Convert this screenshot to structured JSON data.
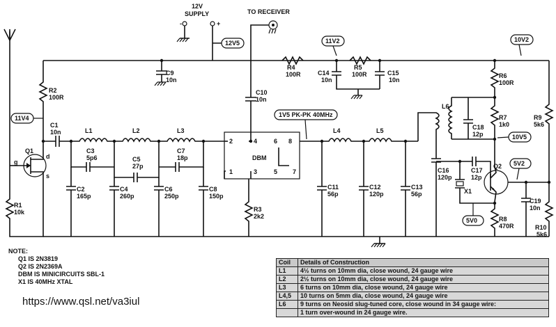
{
  "top_labels": {
    "supply_line1": "12V",
    "supply_line2": "SUPPLY",
    "supply_minus": "-",
    "supply_plus": "+",
    "to_receiver": "TO RECEIVER"
  },
  "voltage_tags": {
    "v12v5": "12V5",
    "v11v2": "11V2",
    "v10v2": "10V2",
    "v11v4": "11V4",
    "v10v5": "10V5",
    "v5v2": "5V2",
    "v5v0": "5V0",
    "pkpk": "1V5 PK-PK 40MHz"
  },
  "components": {
    "r2": [
      "R2",
      "100R"
    ],
    "c9": [
      "C9",
      "10n"
    ],
    "r4": [
      "R4",
      "100R"
    ],
    "c14": [
      "C14",
      "10n"
    ],
    "r5": [
      "R5",
      "100R"
    ],
    "c15": [
      "C15",
      "10n"
    ],
    "r6": [
      "R6",
      "100R"
    ],
    "c10": [
      "C10",
      "10n"
    ],
    "c1": [
      "C1",
      "10n"
    ],
    "l1": "L1",
    "l2": "L2",
    "l3": "L3",
    "l4": "L4",
    "l5": "L5",
    "l6": "L6",
    "c3": [
      "C3",
      "5p6"
    ],
    "c5": [
      "C5",
      "27p"
    ],
    "c7": [
      "C7",
      "18p"
    ],
    "c2": [
      "C2",
      "165p"
    ],
    "c4": [
      "C4",
      "260p"
    ],
    "c6": [
      "C6",
      "250p"
    ],
    "c8": [
      "C8",
      "150p"
    ],
    "q1": "Q1",
    "q1_gate": "g",
    "q1_drain": "d",
    "q1_source": "s",
    "r1": [
      "R1",
      "10k"
    ],
    "r3": [
      "R3",
      "2k2"
    ],
    "c11": [
      "C11",
      "56p"
    ],
    "c12": [
      "C12",
      "120p"
    ],
    "c13": [
      "C13",
      "56p"
    ],
    "r7": [
      "R7",
      "1k0"
    ],
    "c18": [
      "C18",
      "12p"
    ],
    "r9": [
      "R9",
      "5k6"
    ],
    "c16": [
      "C16",
      "120p"
    ],
    "c17": [
      "C17",
      "12p"
    ],
    "x1": "X1",
    "q2": "Q2",
    "r8": [
      "R8",
      "470R"
    ],
    "c19": [
      "C19",
      "10n"
    ],
    "r10": [
      "R10",
      "5k6"
    ]
  },
  "dbm": {
    "title": "DBM",
    "pins": [
      "2",
      "4",
      "6",
      "8",
      "1",
      "3",
      "5",
      "7"
    ]
  },
  "notes": {
    "heading": "NOTE:",
    "lines": [
      "Q1 IS 2N3819",
      "Q2 IS 2N2369A",
      "DBM IS MINICIRCUITS SBL-1",
      "X1 IS 40MHz XTAL"
    ]
  },
  "url": "https://www.qsl.net/va3iul",
  "coil_table": {
    "headers": [
      "Coil",
      "Details of Construction"
    ],
    "rows": [
      [
        "L1",
        "4½ turns on 10mm dia, close wound, 24 gauge wire"
      ],
      [
        "L2",
        "2½ turns on 10mm dia, close wound, 24 gauge wire"
      ],
      [
        "L3",
        "6 turns on 10mm dia, close wound, 24 gauge wire"
      ],
      [
        "L4,5",
        "10 turns on 5mm dia, close wound, 24 gauge wire"
      ],
      [
        "L6",
        "9 turns on Neosid slug-tuned core, close wound in 34 gauge wire:"
      ],
      [
        "",
        "1 turn over-wound in 24 gauge wire."
      ]
    ]
  }
}
